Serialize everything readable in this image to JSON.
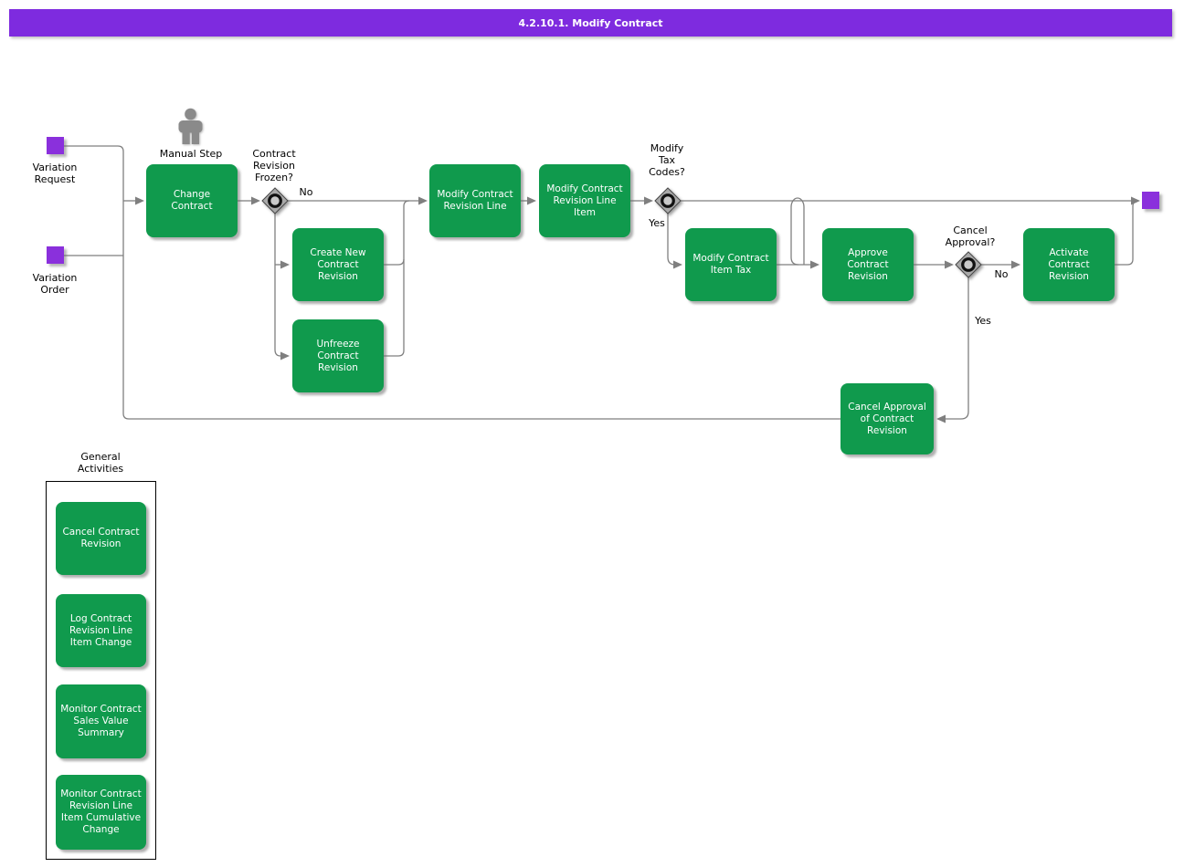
{
  "title_bar": {
    "title": "4.2.10.1. Modify Contract"
  },
  "colors": {
    "title_bar_purple": "#7E2BDF",
    "activity_green": "#109A4D",
    "event_purple": "#8A30DC",
    "connector_gray": "#7F7F7F",
    "decision_gray": "#A9A9A9"
  },
  "events": {
    "variation_request": "Variation\nRequest",
    "variation_order": "Variation\nOrder"
  },
  "annotations": {
    "manual_step": "Manual Step"
  },
  "decisions": {
    "contract_revision_frozen": {
      "label": "Contract\nRevision\nFrozen?",
      "no": "No"
    },
    "modify_tax_codes": {
      "label": "Modify\nTax\nCodes?",
      "yes": "Yes"
    },
    "cancel_approval": {
      "label": "Cancel\nApproval?",
      "no": "No",
      "yes": "Yes"
    }
  },
  "activities": {
    "change_contract": "Change\nContract",
    "create_new_contract_revision": "Create New\nContract\nRevision",
    "unfreeze_contract_revision": "Unfreeze\nContract\nRevision",
    "modify_contract_revision_line": "Modify Contract\nRevision Line",
    "modify_contract_revision_line_item": "Modify Contract\nRevision Line\nItem",
    "modify_contract_item_tax": "Modify Contract\nItem Tax",
    "approve_contract_revision": "Approve\nContract\nRevision",
    "activate_contract_revision": "Activate\nContract\nRevision",
    "cancel_approval_of_contract_revision": "Cancel Approval\nof Contract\nRevision"
  },
  "general_activities": {
    "label": "General\nActivities",
    "items": [
      "Cancel Contract\nRevision",
      "Log Contract\nRevision Line\nItem Change",
      "Monitor Contract\nSales Value\nSummary",
      "Monitor Contract\nRevision Line\nItem Cumulative\nChange"
    ]
  }
}
